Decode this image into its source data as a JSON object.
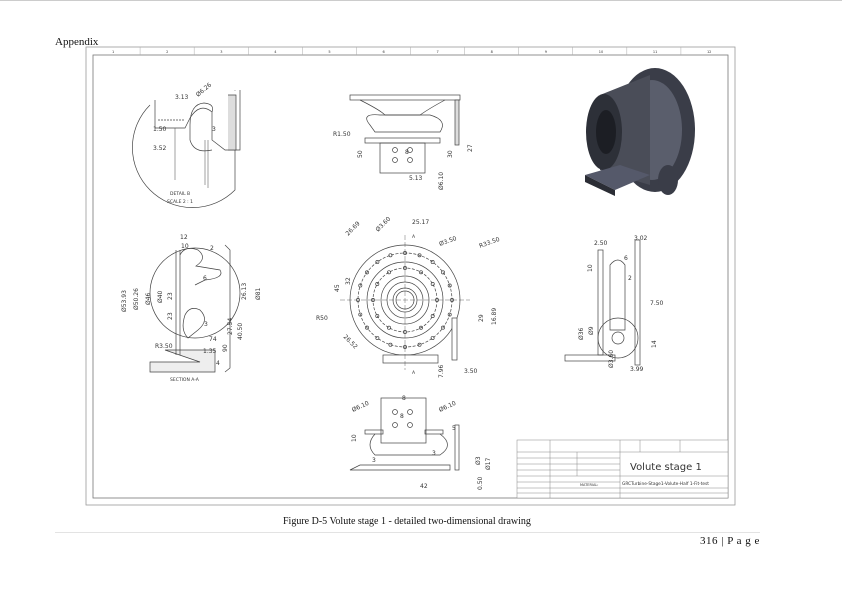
{
  "header": {
    "title": "Appendix"
  },
  "drawing": {
    "border_columns": [
      "1",
      "2",
      "3",
      "4",
      "5",
      "6",
      "7",
      "8",
      "9",
      "10",
      "11",
      "12"
    ],
    "detail_b": {
      "label": "DETAIL B",
      "scale": "SCALE 2 : 1",
      "dims": [
        "3.13",
        "Ø6.26",
        "1.50",
        "3",
        "3.52"
      ]
    },
    "top_view": {
      "dims": [
        "R1.50",
        "50",
        "8",
        "30",
        "27",
        "5.13",
        "Ø6.10"
      ]
    },
    "section_a": {
      "label": "SECTION A-A",
      "dims": [
        "12",
        "10",
        "2",
        "Ø53.93",
        "Ø50.26",
        "Ø46",
        "Ø40",
        "23",
        "23",
        "6",
        "26.13",
        "Ø81",
        "27.54",
        "40.50",
        "3",
        "74",
        "R3.50",
        "1.35",
        "90",
        "4"
      ]
    },
    "front_view": {
      "dims": [
        "25.17",
        "26.69",
        "Ø3.60",
        "Ø3.50",
        "R33.50",
        "45",
        "32",
        "R50",
        "26.52",
        "29",
        "16.89",
        "7.96",
        "3.50",
        "A",
        "A"
      ]
    },
    "side_view": {
      "dims": [
        "2.50",
        "3.02",
        "10",
        "6",
        "2",
        "7.50",
        "Ø36",
        "Ø9",
        "14",
        "Ø3.60",
        "3.99"
      ]
    },
    "bottom_view": {
      "dims": [
        "8",
        "Ø6.10",
        "Ø6.10",
        "8",
        "10",
        "5",
        "3",
        "3",
        "Ø3",
        "Ø17",
        "42",
        "0.50"
      ]
    },
    "title_block": {
      "title": "Volute stage 1",
      "part_name": "GRCTurbine-Stage1-Volute-Half 1-Fit-test",
      "material_label": "MATERIAL:"
    }
  },
  "caption": "Figure D-5 Volute stage 1 - detailed two-dimensional drawing",
  "footer": {
    "page": "316 | P a g e"
  }
}
